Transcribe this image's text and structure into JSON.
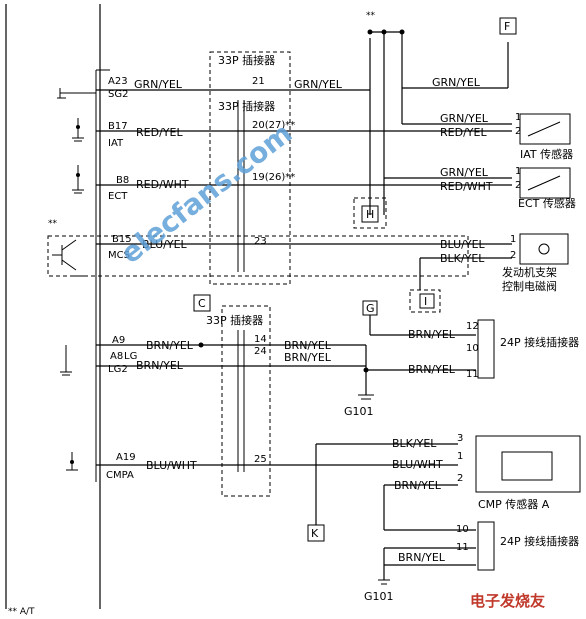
{
  "ecu": {
    "pins": {
      "a23": "A23",
      "sg2": "SG2",
      "b17": "B17",
      "iat": "IAT",
      "b8": "B8",
      "ect": "ECT",
      "b15": "B15",
      "mcs": "MCS",
      "a9": "A9",
      "a8lg": "A8",
      "lg": "LG",
      "lg2": "LG2",
      "a19": "A19",
      "cmpa": "CMPA"
    },
    "footnote": "** A/T"
  },
  "connectors": {
    "c33_top": "33P 插接器",
    "c33_mid": "33P 插接器",
    "c33_low": "33P 插接器",
    "c24_a": "24P 接线插接器",
    "c24_b": "24P 接线插接器"
  },
  "wires": {
    "grn_yel": "GRN/YEL",
    "red_yel": "RED/YEL",
    "red_wht": "RED/WHT",
    "blu_yel": "BLU/YEL",
    "blk_yel": "BLK/YEL",
    "brn_yel": "BRN/YEL",
    "blu_wht": "BLU/WHT"
  },
  "pin_numbers": {
    "p21": "21",
    "p20": "20(27)**",
    "p19": "19(26)**",
    "p23": "23",
    "p14": "14",
    "p24": "24",
    "p25": "25",
    "p1": "1",
    "p2": "2",
    "p3": "3",
    "p12": "12",
    "p10": "10",
    "p11": "11",
    "dblstar": "**"
  },
  "components": {
    "iat_sensor": "IAT 传感器",
    "ect_sensor": "ECT 传感器",
    "mcs_valve_l1": "发动机支架",
    "mcs_valve_l2": "控制电磁阀",
    "cmp_sensor": "CMP 传感器 A"
  },
  "refs": {
    "f": "F",
    "h": "H",
    "i": "I",
    "c": "C",
    "g": "G",
    "k": "K",
    "g101_a": "G101",
    "g101_b": "G101"
  },
  "watermark": {
    "text": "elecfans.com",
    "logo": "电子发烧友"
  }
}
